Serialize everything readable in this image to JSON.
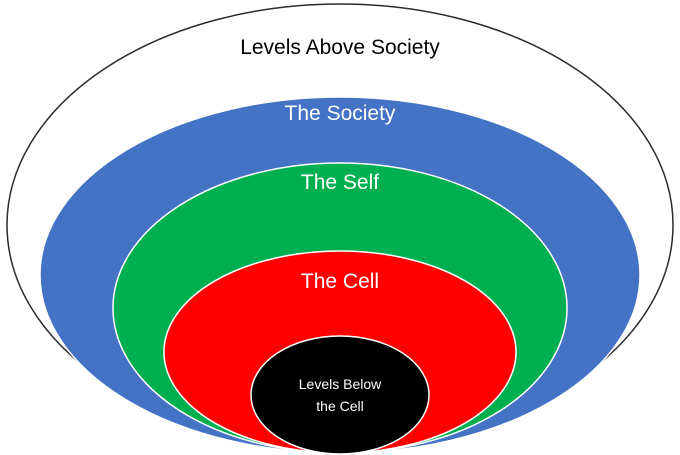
{
  "diagram": {
    "levels": [
      {
        "id": "above-society",
        "label": "Levels Above Society",
        "fill": "#ffffff",
        "stroke": "#2b2b2b",
        "text_color": "#000000"
      },
      {
        "id": "society",
        "label": "The Society",
        "fill": "#4472c4",
        "stroke": "#ffffff",
        "text_color": "#ffffff"
      },
      {
        "id": "self",
        "label": "The Self",
        "fill": "#00b050",
        "stroke": "#ffffff",
        "text_color": "#ffffff"
      },
      {
        "id": "cell",
        "label": "The Cell",
        "fill": "#ff0000",
        "stroke": "#ffffff",
        "text_color": "#ffffff"
      },
      {
        "id": "below-cell",
        "label_line1": "Levels Below",
        "label_line2": "the Cell",
        "fill": "#000000",
        "stroke": "#ffffff",
        "text_color": "#ffffff"
      }
    ]
  }
}
